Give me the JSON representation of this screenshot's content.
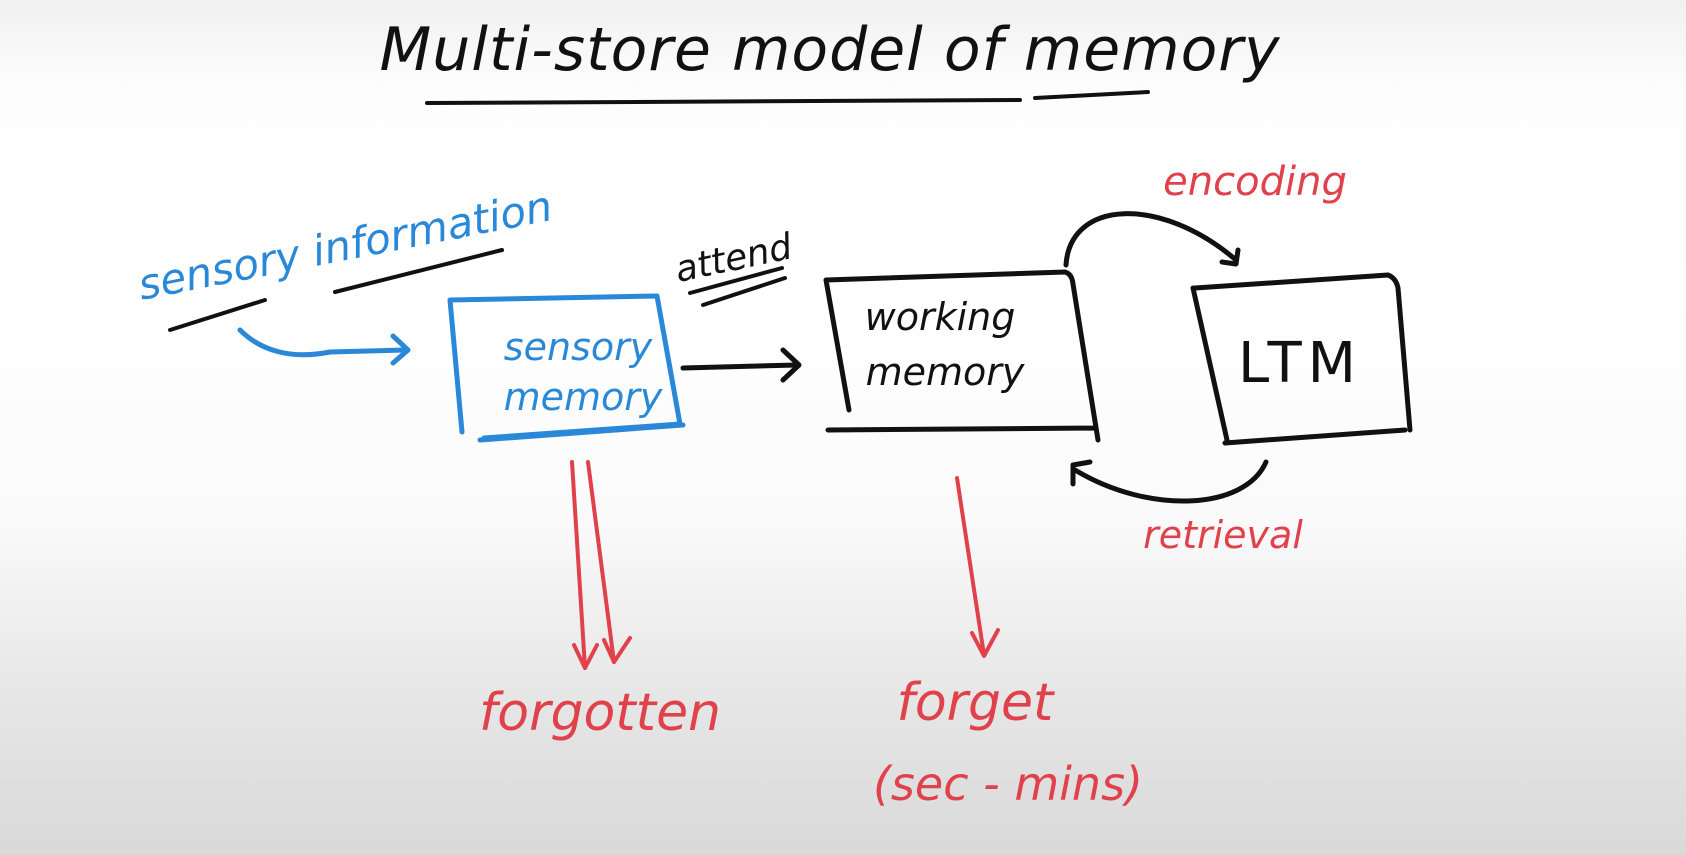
{
  "title": "Multi-store model of memory",
  "input_label": "sensory information",
  "attend_label": "attend",
  "boxes": {
    "sensory_line1": "sensory",
    "sensory_line2": "memory",
    "working_line1": "working",
    "working_line2": "memory",
    "ltm": "LTM"
  },
  "arrow_labels": {
    "encoding": "encoding",
    "retrieval": "retrieval",
    "forgotten": "forgotten",
    "forget": "forget",
    "forget_duration": "(sec - mins)"
  },
  "colors": {
    "ink": "#111111",
    "blue": "#2a88d8",
    "red": "#e0414b"
  }
}
